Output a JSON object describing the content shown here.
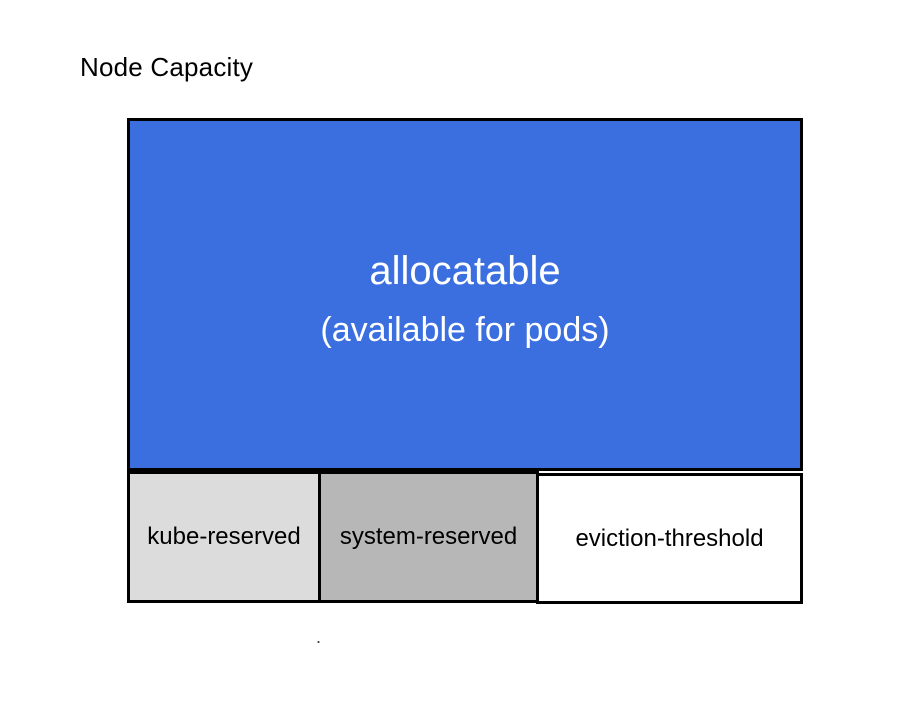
{
  "title": "Node Capacity",
  "diagram": {
    "border_color": "#000000",
    "allocatable": {
      "label": "allocatable",
      "sublabel": "(available for pods)",
      "fill": "#3B6FE0",
      "text_color": "#FFFFFF"
    },
    "bottom_row": [
      {
        "label": "kube-reserved",
        "fill": "#DCDCDC",
        "text_color": "#000000"
      },
      {
        "label": "system-reserved",
        "fill": "#B7B7B7",
        "text_color": "#000000"
      },
      {
        "label": "eviction-threshold",
        "fill": "#FFFFFF",
        "text_color": "#000000"
      }
    ]
  },
  "stray_mark": "."
}
